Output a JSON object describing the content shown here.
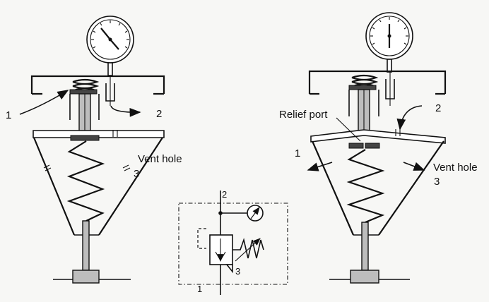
{
  "left_regulator": {
    "port_1": "1",
    "port_2": "2",
    "vent_label": "Vent hole",
    "vent_number": "3"
  },
  "right_regulator": {
    "relief_label": "Relief port",
    "port_1": "1",
    "port_2": "2",
    "vent_label": "Vent hole",
    "vent_number": "3"
  },
  "symbol": {
    "port_2": "2",
    "port_1": "1",
    "port_3": "3"
  }
}
